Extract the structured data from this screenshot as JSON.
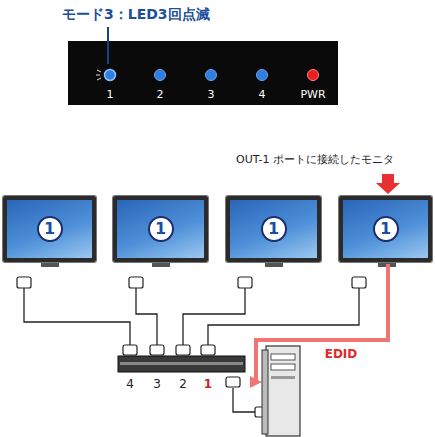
{
  "diagram": {
    "title": "モード3：LED3回点滅",
    "nodes": [
      {
        "text": [
          "1"
        ]
      },
      {
        "text": [
          "1"
        ]
      },
      {
        "text": [
          "1"
        ]
      },
      {
        "text": [
          "1"
        ]
      }
    ],
    "labels": [
      "1",
      "2",
      "3",
      "4",
      "PWR",
      "OUT-1 ポートに接続したモニタ",
      "4",
      "3",
      "2",
      "1",
      "EDID"
    ]
  }
}
